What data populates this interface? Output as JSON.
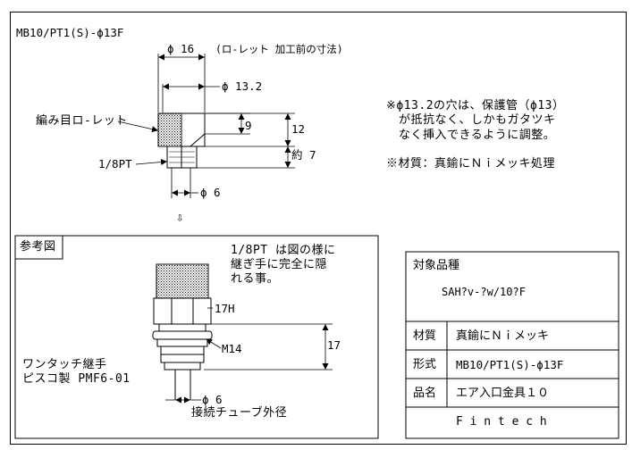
{
  "top": {
    "title": "MB10/PT1(S)-ϕ13F",
    "dim_16": "ϕ 16",
    "dim_16_note": "(ロ-レット 加工前の寸法)",
    "dim_13_2": "ϕ 13.2",
    "dim_9": "9",
    "dim_12": "12",
    "dim_7": "約 7",
    "dim_6": "ϕ 6",
    "label_knurl": "編み目ロ-レット",
    "label_pt": "1/8PT",
    "arrow_down": "⇩",
    "note_hole_1": "※ϕ13.2の穴は、保護管（ϕ13）",
    "note_hole_2": "が抵抗なく、しかもガタツキ",
    "note_hole_3": "なく挿入できるように調整。",
    "note_material": "※材質：真鍮にＮｉメッキ処理"
  },
  "reference": {
    "title": "参考図",
    "note_1": "1/8PT は図の様に",
    "note_2": "継ぎ手に完全に隠",
    "note_3": "れる事。",
    "label_17h": "17H",
    "label_m14": "M14",
    "dim_17": "17",
    "dim_6": "ϕ 6",
    "label_tube": "接続チューブ外径",
    "label_fitting_1": "ワンタッチ継手",
    "label_fitting_2": "ピスコ製 PMF6-01"
  },
  "title_block": {
    "target_label": "対象品種",
    "target_value": "SAH?v-?w/10?F",
    "material_label": "材質",
    "material_value": "真鍮にＮｉメッキ",
    "model_label": "形式",
    "model_value": "MB10/PT1(S)-ϕ13F",
    "name_label": "品名",
    "name_value": "エア入口金具１０",
    "company": "F i n t e c h"
  }
}
